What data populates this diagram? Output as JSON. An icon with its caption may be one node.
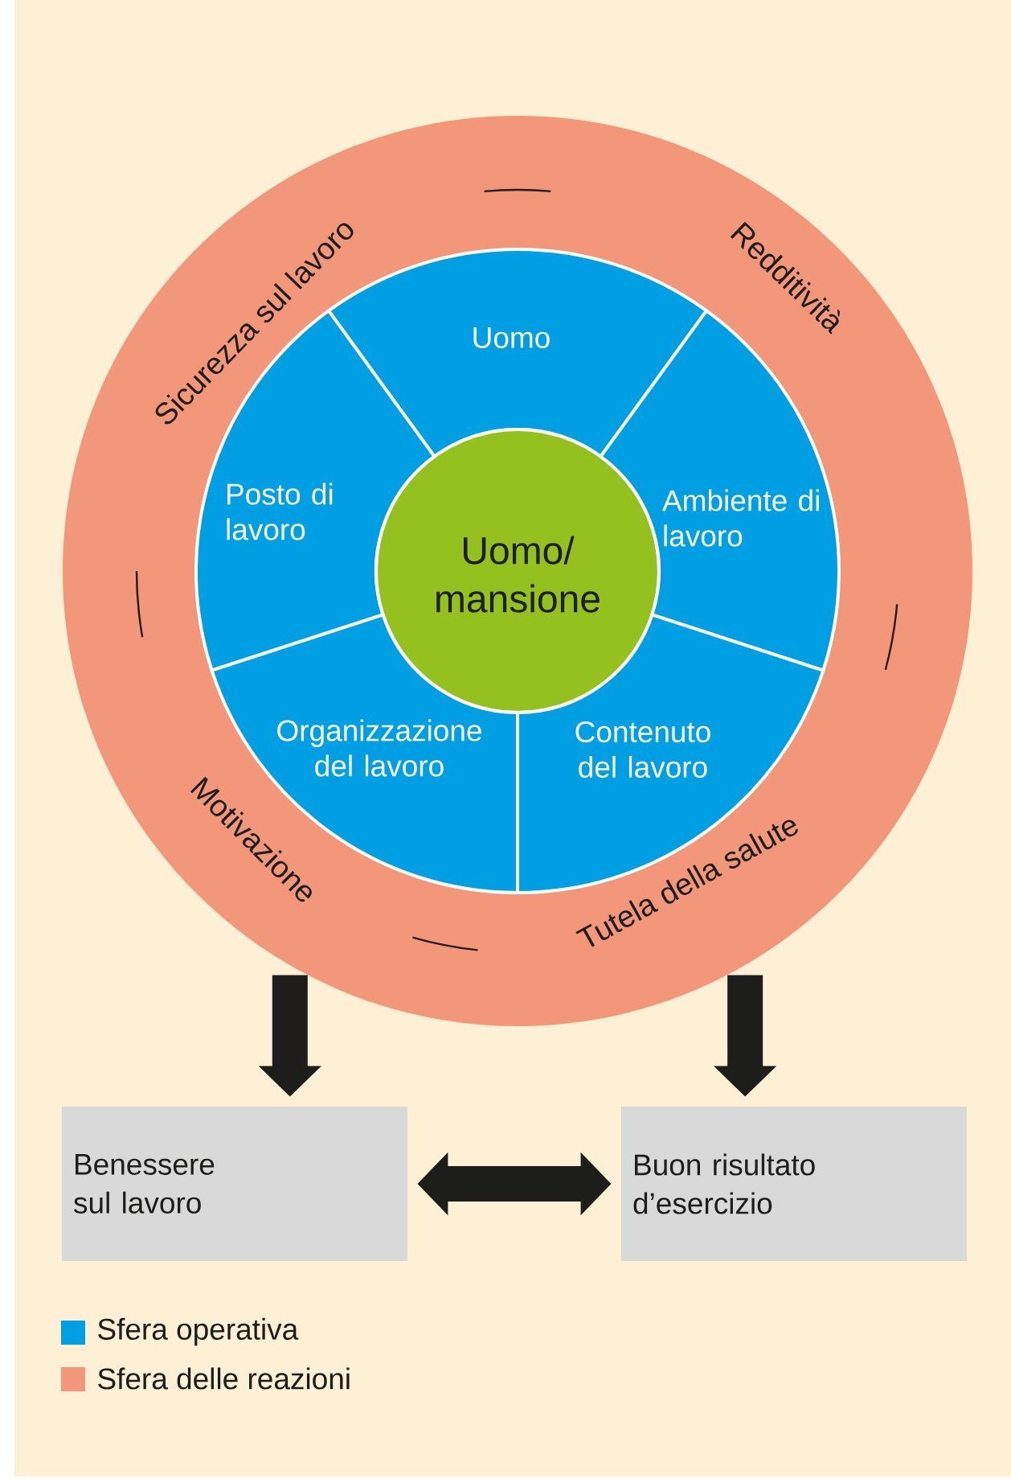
{
  "diagram": {
    "nodes": [
      {
        "text": [
          "Sicurezza sul lavoro",
          "Redditività",
          "Motivazione",
          "Tutela della salute"
        ]
      },
      {
        "text": [
          "Uomo"
        ],
        "in": 0
      },
      {
        "text": [
          "Posto di lavoro"
        ],
        "in": 0
      },
      {
        "text": [
          "Uomo/ mansione"
        ],
        "in": 0
      },
      {
        "text": [
          "Ambiente di lavoro"
        ],
        "in": 0
      },
      {
        "text": [
          "Organizzazione del lavoro"
        ],
        "in": 0
      },
      {
        "text": [
          "Contenuto del lavoro"
        ],
        "in": 0
      },
      {
        "text": [
          "Benessere sul lavoro"
        ]
      },
      {
        "text": [
          "Buon risultato d’esercizio"
        ]
      }
    ],
    "edges": [
      {
        "from": 0,
        "to": 7,
        "arrow": "to"
      },
      {
        "from": 0,
        "to": 8,
        "arrow": "to"
      },
      {
        "from": 7,
        "to": 8,
        "arrow": "both"
      }
    ],
    "legend": [
      {
        "text": "Sfera operativa",
        "color": "#009fe3"
      },
      {
        "text": "Sfera delle reazioni",
        "color": "#f3977b"
      }
    ]
  }
}
